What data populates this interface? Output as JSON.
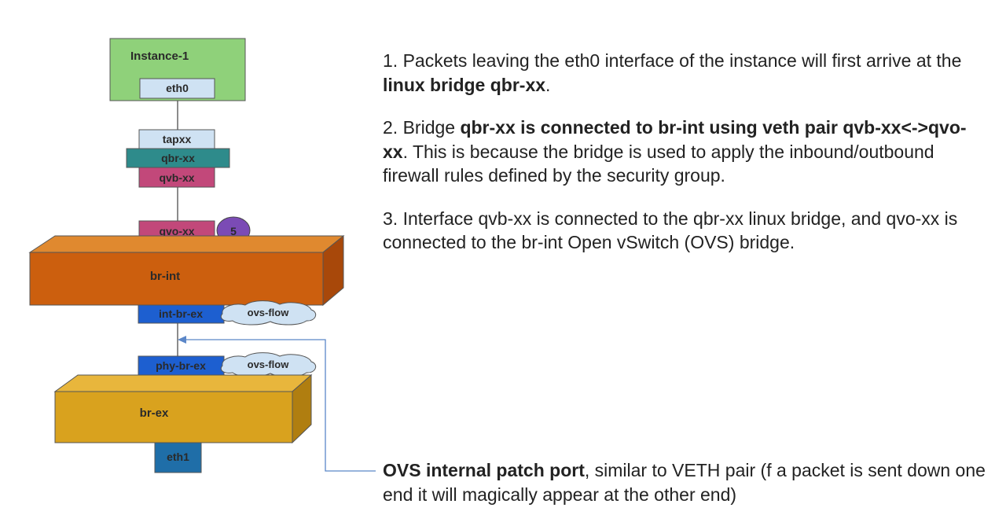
{
  "diagram": {
    "instance_label": "Instance-1",
    "eth0": "eth0",
    "tap": "tapxx",
    "qbr": "qbr-xx",
    "qvb": "qvb-xx",
    "qvo": "qvo-xx",
    "vlan_tag": "5",
    "br_int": "br-int",
    "int_br_ex": "int-br-ex",
    "ovs_flow_1": "ovs-flow",
    "phy_br_ex": "phy-br-ex",
    "ovs_flow_2": "ovs-flow",
    "br_ex": "br-ex",
    "eth1": "eth1",
    "colors": {
      "instance": "#8fd17a",
      "eth0": "#cfe2f3",
      "qbr": "#2e8b8b",
      "qvb": "#c2487a",
      "br_int": "#cc5f0e",
      "int_br_ex": "#1d5fd0",
      "br_ex": "#d9a21e",
      "eth1": "#1f6ea8",
      "vlan": "#7b4bb5",
      "cloud": "#cfe2f3"
    }
  },
  "points": [
    {
      "n": "1. ",
      "t1": "Packets leaving the eth0 interface of the instance will first arrive at the ",
      "b1": "linux bridge qbr-xx",
      "t2": ".",
      "b2": "",
      "t3": ""
    },
    {
      "n": "2. ",
      "t1": "Bridge ",
      "b1": "qbr-xx is connected to br-int using veth pair qvb-xx<->qvo-xx",
      "t2": ". This is because the bridge is used to apply the inbound/outbound firewall rules defined by the security group.",
      "b2": "",
      "t3": ""
    },
    {
      "n": "3. ",
      "t1": "Interface qvb-xx is connected to the qbr-xx linux bridge, and qvo-xx is connected to the br-int Open vSwitch (OVS) bridge.",
      "b1": "",
      "t2": "",
      "b2": "",
      "t3": ""
    }
  ],
  "patch_note": {
    "bold": "OVS internal patch port",
    "rest": ", similar to VETH pair (f a packet is sent down one end it will magically appear at the other end)"
  }
}
